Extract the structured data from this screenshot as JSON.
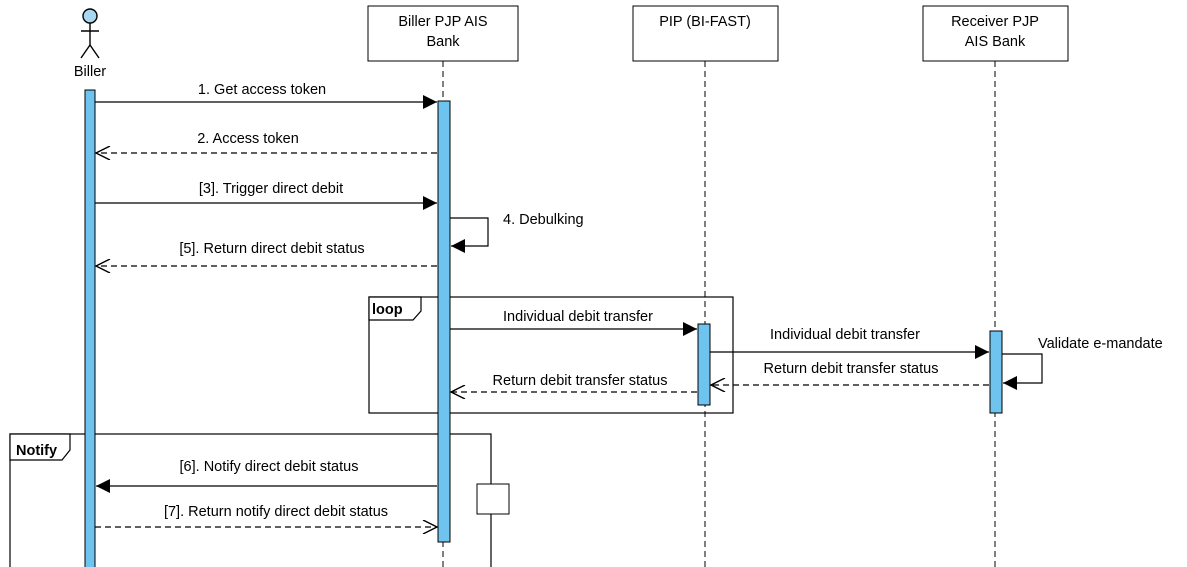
{
  "participants": [
    {
      "id": "biller",
      "lines": [
        "Biller"
      ],
      "kind": "actor"
    },
    {
      "id": "biller_bank",
      "lines": [
        "Biller PJP AIS",
        "Bank"
      ],
      "kind": "box"
    },
    {
      "id": "pip",
      "lines": [
        "PIP (BI-FAST)"
      ],
      "kind": "box"
    },
    {
      "id": "receiver_bank",
      "lines": [
        "Receiver PJP",
        "AIS Bank"
      ],
      "kind": "box"
    }
  ],
  "messages": [
    {
      "id": "m1",
      "label": "1. Get access token",
      "from": "biller",
      "to": "biller_bank",
      "style": "sync"
    },
    {
      "id": "m2",
      "label": "2. Access token",
      "from": "biller_bank",
      "to": "biller",
      "style": "return"
    },
    {
      "id": "m3",
      "label": "[3]. Trigger direct debit",
      "from": "biller",
      "to": "biller_bank",
      "style": "sync"
    },
    {
      "id": "m4",
      "label": "4. Debulking",
      "from": "biller_bank",
      "to": "biller_bank",
      "style": "self"
    },
    {
      "id": "m5",
      "label": "[5]. Return direct debit status",
      "from": "biller_bank",
      "to": "biller",
      "style": "return"
    },
    {
      "id": "m6",
      "label": "Individual debit transfer",
      "from": "biller_bank",
      "to": "pip",
      "style": "sync"
    },
    {
      "id": "m7",
      "label": "Individual debit transfer",
      "from": "pip",
      "to": "receiver_bank",
      "style": "sync"
    },
    {
      "id": "m8",
      "label": "Validate e-mandate",
      "from": "receiver_bank",
      "to": "receiver_bank",
      "style": "self"
    },
    {
      "id": "m9",
      "label": "Return debit transfer status",
      "from": "receiver_bank",
      "to": "pip",
      "style": "return"
    },
    {
      "id": "m10",
      "label": "Return debit transfer status",
      "from": "pip",
      "to": "biller_bank",
      "style": "return"
    },
    {
      "id": "m11",
      "label": "[6]. Notify direct debit status",
      "from": "biller_bank",
      "to": "biller",
      "style": "sync"
    },
    {
      "id": "m12",
      "label": "[7]. Return notify direct debit status",
      "from": "biller",
      "to": "biller_bank",
      "style": "return"
    }
  ],
  "fragments": [
    {
      "id": "loop",
      "label": "loop"
    },
    {
      "id": "notify",
      "label": "Notify"
    }
  ],
  "colors": {
    "activation_fill": "#6fc3ef",
    "actor_head_fill": "#a8d8f0",
    "line": "#000000"
  }
}
